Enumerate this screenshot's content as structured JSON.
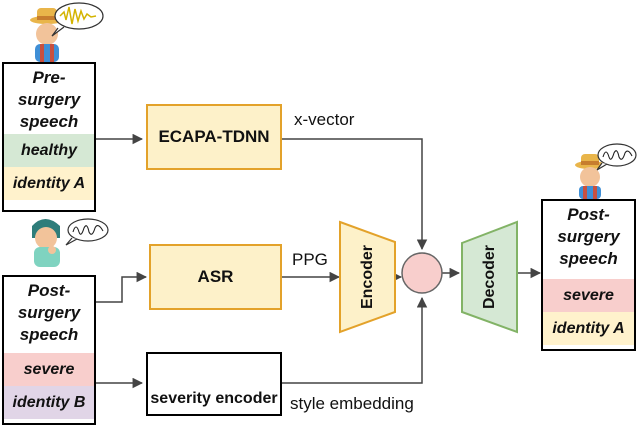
{
  "pre_card": {
    "title": "Pre-surgery speech",
    "row1": "healthy",
    "row2": "identity A"
  },
  "post_card_left": {
    "title": "Post-surgery speech",
    "row1": "severe",
    "row2": "identity B"
  },
  "post_card_right": {
    "title": "Post-surgery speech",
    "row1": "severe",
    "row2": "identity A"
  },
  "blocks": {
    "ecapa": "ECAPA-TDNN",
    "asr": "ASR",
    "encoder": "Encoder",
    "decoder": "Decoder",
    "severity_encoder": "severity encoder"
  },
  "signals": {
    "xvector": "x-vector",
    "ppg": "PPG",
    "style": "style embedding"
  },
  "colors": {
    "healthy": "#d5e8d4",
    "identity_a": "#fff2cc",
    "severe": "#f8cecc",
    "identity_b": "#e1d5e7",
    "block_fill": "#fdf1c9",
    "block_stroke": "#e3a22a",
    "decoder_fill": "#d5e8d4",
    "decoder_stroke": "#82b366",
    "combiner_fill": "#f8cecc"
  }
}
